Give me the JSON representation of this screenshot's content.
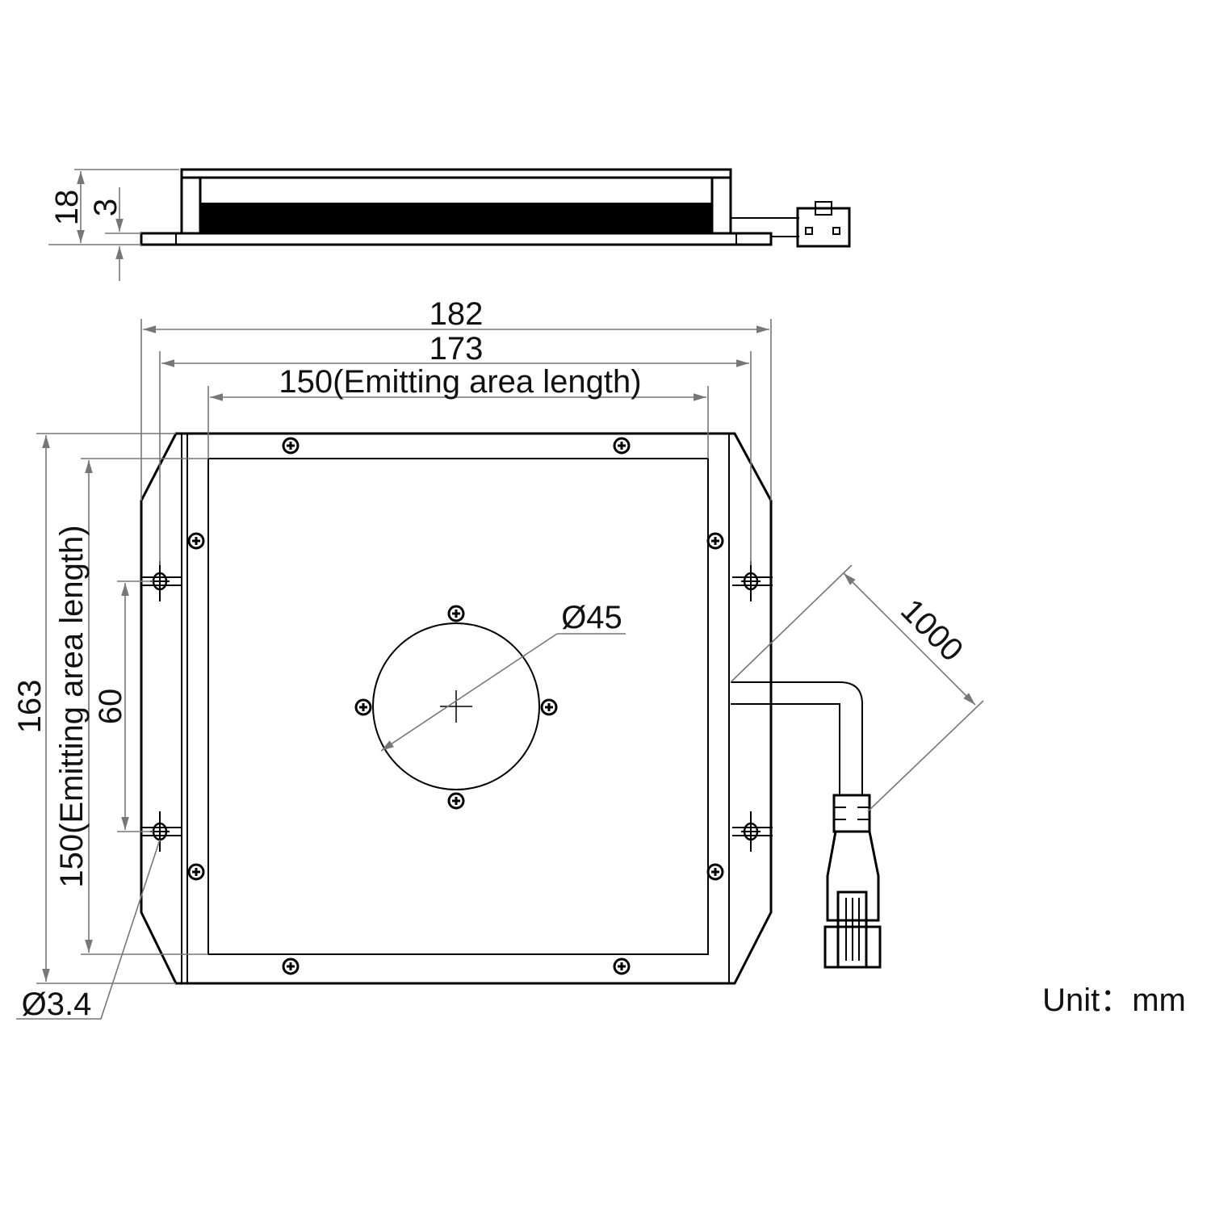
{
  "side_view": {
    "height_label": "18",
    "base_label": "3"
  },
  "top_view": {
    "width_outer": "182",
    "width_holes": "173",
    "width_emitting": "150(Emitting area length)",
    "height_outer": "163",
    "height_emitting": "150(Emitting area length)",
    "hole_spacing": "60",
    "center_hole_diameter": "Ø45",
    "mount_hole_diameter": "Ø3.4",
    "cable_length": "1000"
  },
  "unit_label": "Unit：mm"
}
